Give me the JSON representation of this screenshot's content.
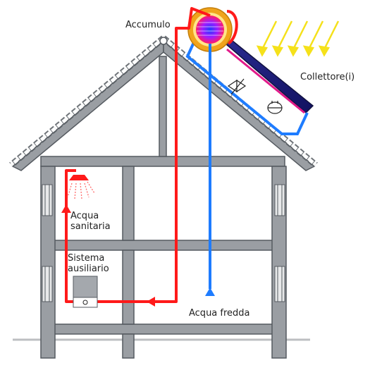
{
  "labels": {
    "storage": "Accumulo",
    "collectors": "Collettore(i)",
    "hot_water_line1": "Acqua",
    "hot_water_line2": "sanitaria",
    "aux_line1": "Sistema",
    "aux_line2": "ausiliario",
    "cold_water": "Acqua fredda"
  },
  "colors": {
    "hot": "#ff1a1a",
    "cold": "#1e7cff",
    "structure": "#9a9ea3",
    "structure_dark": "#555a60",
    "collector": "#1d1d7a",
    "sun_arrows": "#f5e11a",
    "tank_outer": "#f0a41c",
    "roof_tiles": "#ffffff"
  },
  "icons": [
    "shower-icon",
    "pump-icon",
    "check-valve-icon",
    "boiler-icon",
    "sun-ray-icon"
  ]
}
